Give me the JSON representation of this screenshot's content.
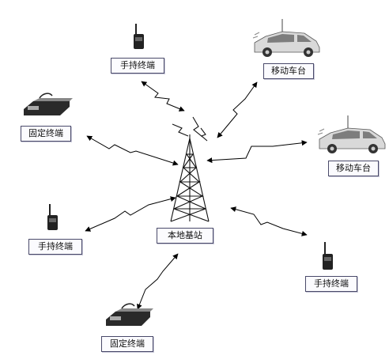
{
  "nodes": {
    "base_station": "本地基站",
    "handheld_top": "手持终端",
    "handheld_left": "手持终端",
    "handheld_right": "手持终端",
    "fixed_left": "固定终端",
    "fixed_bottom": "固定终端",
    "vehicle_top": "移动车台",
    "vehicle_right": "移动车台"
  },
  "icons": {
    "tower": "radio-tower-icon",
    "handheld": "walkie-talkie-icon",
    "fixed": "desktop-radio-icon",
    "vehicle": "car-icon"
  },
  "colors": {
    "line": "#000000",
    "label_border": "#4a4a6a"
  }
}
